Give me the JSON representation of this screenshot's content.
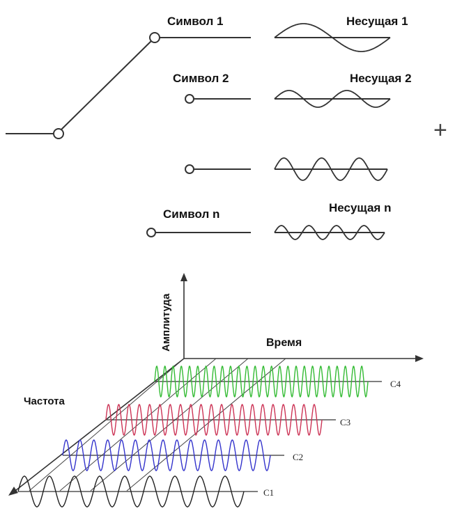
{
  "switch_diagram": {
    "symbols": [
      {
        "symbol_label": "Символ 1",
        "carrier_label": "Несущая 1",
        "cycles": 1,
        "amplitude": "large"
      },
      {
        "symbol_label": "Символ 2",
        "carrier_label": "Несущая 2",
        "cycles": 2,
        "amplitude": "small"
      },
      {
        "symbol_label": "",
        "carrier_label": "",
        "cycles": 3,
        "amplitude": "medium"
      },
      {
        "symbol_label": "Символ n",
        "carrier_label": "Несущая n",
        "cycles": 4,
        "amplitude": "small"
      }
    ],
    "sum_sign": "+"
  },
  "axes_3d": {
    "amplitude_label": "Амплитуда",
    "time_label": "Время",
    "frequency_label": "Частота"
  },
  "carriers": [
    {
      "label": "C4",
      "color": "#33bb33"
    },
    {
      "label": "C3",
      "color": "#cc3355"
    },
    {
      "label": "C2",
      "color": "#3333cc"
    },
    {
      "label": "C1",
      "color": "#222222"
    }
  ]
}
